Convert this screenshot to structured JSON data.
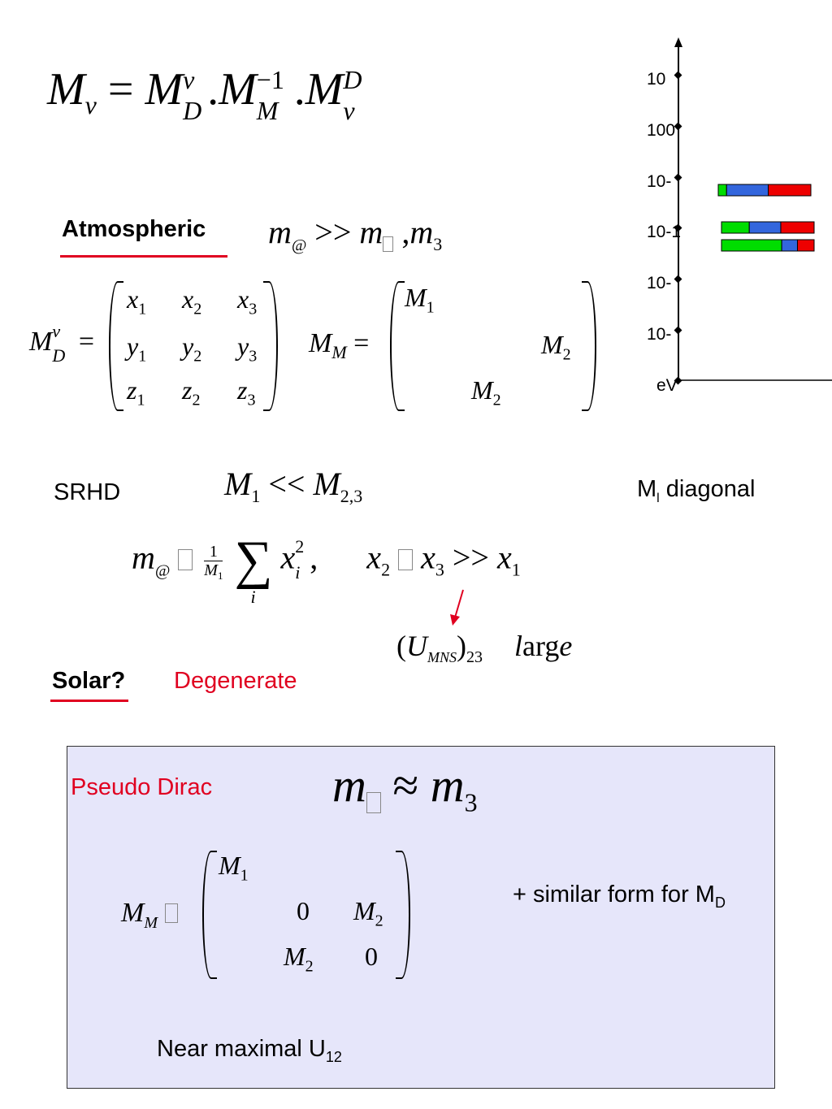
{
  "eq_top": {
    "lhs": "M",
    "lhs_sub": "ν",
    "rhs1": "M",
    "rhs1_sup": "ν",
    "rhs1_sub": "D",
    "rhs2": "M",
    "rhs2_sup": "−1",
    "rhs2_sub": "M",
    "rhs3": "M",
    "rhs3_sup": "D",
    "rhs3_sub": "ν"
  },
  "atmospheric": {
    "label": "Atmospheric",
    "relation": "m@ >> m , m3"
  },
  "matrix_md": {
    "label_base": "M",
    "label_sup": "ν",
    "label_sub": "D",
    "rows": [
      [
        "x1",
        "x2",
        "x3"
      ],
      [
        "y1",
        "y2",
        "y3"
      ],
      [
        "z1",
        "z2",
        "z3"
      ]
    ]
  },
  "matrix_mm": {
    "label_base": "M",
    "label_sub": "M",
    "m11": "M1",
    "m23": "M2",
    "m32": "M2"
  },
  "srhd": {
    "label": "SRHD",
    "relation": "M1 << M2,3"
  },
  "ml_diag": {
    "text": "M",
    "sub": "l",
    "rest": " diagonal"
  },
  "sum_eq": {
    "text": "m@  1/M1 Σi xi2,  x2  x3 >> x1"
  },
  "umns": {
    "text": "(UMNS)23  large"
  },
  "solar": {
    "label": "Solar?",
    "degenerate": "Degenerate"
  },
  "box": {
    "pseudo_dirac": "Pseudo Dirac",
    "relation": "m  ≈ m3",
    "matrix_label": "MM",
    "m11": "M1",
    "m22": "0",
    "m23": "M2",
    "m32": "M2",
    "m33": "0",
    "similar": "+ similar form for M",
    "similar_sub": "D",
    "near_maximal": "Near maximal U",
    "near_sub": "12"
  },
  "axis": {
    "unit_label": "eV",
    "ticks": [
      "10",
      "100",
      "10-",
      "10-1",
      "10-",
      "10-"
    ]
  },
  "bars": [
    {
      "segments": [
        {
          "color": "#00dd00",
          "fraction": 0.09
        },
        {
          "color": "#3366dd",
          "fraction": 0.45
        },
        {
          "color": "#ee0000",
          "fraction": 0.46
        }
      ]
    },
    {
      "segments": [
        {
          "color": "#00dd00",
          "fraction": 0.3
        },
        {
          "color": "#3366dd",
          "fraction": 0.34
        },
        {
          "color": "#ee0000",
          "fraction": 0.36
        }
      ]
    },
    {
      "segments": [
        {
          "color": "#00dd00",
          "fraction": 0.65
        },
        {
          "color": "#3366dd",
          "fraction": 0.17
        },
        {
          "color": "#ee0000",
          "fraction": 0.18
        }
      ]
    }
  ],
  "colors": {
    "accent_red": "#e00020",
    "box_bg": "#e6e6fa"
  }
}
